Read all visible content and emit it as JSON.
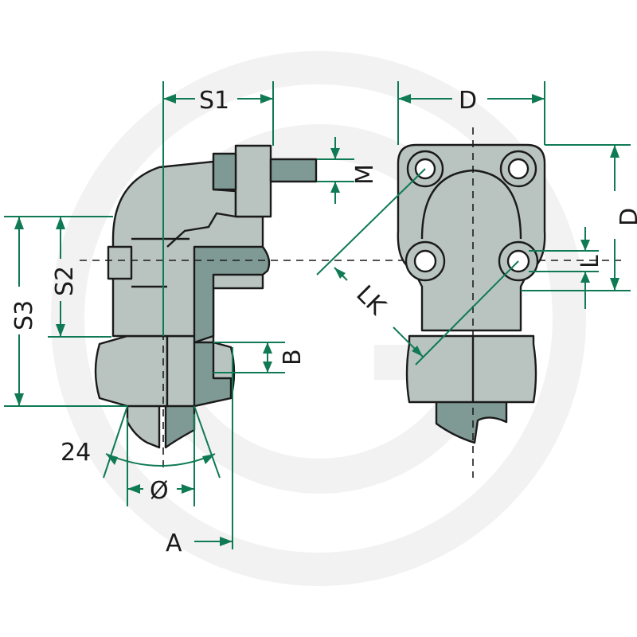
{
  "diagram": {
    "labels": {
      "s1": "S1",
      "s2": "S2",
      "s3": "S3",
      "m": "M",
      "b": "B",
      "angle": "24",
      "diameter": "Ø",
      "a": "A",
      "d_top": "D",
      "d_side": "D",
      "l": "L",
      "lk": "LK"
    },
    "colors": {
      "metal_light": "#b9c4c1",
      "metal_dark": "#7f9a94",
      "dimension": "#0f7a53",
      "outline": "#1a1a1a",
      "watermark": "#f2f2f2"
    }
  }
}
